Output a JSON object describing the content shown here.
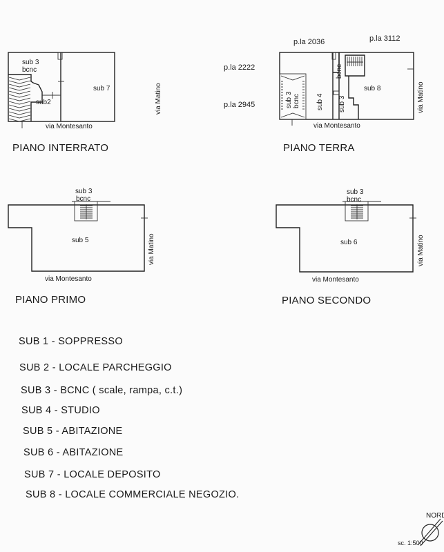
{
  "plans": {
    "interrato": {
      "title": "PIANO INTERRATO",
      "sub3": "sub 3",
      "bcnc": "bcnc",
      "sub2": "sub2",
      "sub7": "sub 7",
      "street_side": "via Matino",
      "street_bottom": "via Montesanto"
    },
    "terra": {
      "title": "PIANO TERRA",
      "pla_2036": "p.la 2036",
      "pla_3112": "p.la 3112",
      "pla_2222": "p.la 2222",
      "pla_2945": "p.la 2945",
      "sub3_left": "sub 3",
      "bcnc_left": "bcnc",
      "sub4": "sub 4",
      "bcnc_mid": "bcnc",
      "sub3_mid": "sub 3",
      "sub8": "sub 8",
      "street_side": "via Matino",
      "street_bottom": "via Montesanto"
    },
    "primo": {
      "title": "PIANO PRIMO",
      "sub3": "sub 3",
      "bcnc": "bcnc",
      "sub5": "sub 5",
      "street_side": "via Matino",
      "street_bottom": "via Montesanto"
    },
    "secondo": {
      "title": "PIANO SECONDO",
      "sub3": "sub 3",
      "bcnc": "bcnc",
      "sub6": "sub 6",
      "street_side": "via Matino",
      "street_bottom": "via Montesanto"
    }
  },
  "legend": [
    "SUB 1 - SOPPRESSO",
    "SUB 2 - LOCALE PARCHEGGIO",
    "SUB 3 - BCNC ( scale, rampa, c.t.)",
    "SUB 4 - STUDIO",
    "SUB 5 - ABITAZIONE",
    "SUB 6 - ABITAZIONE",
    "SUB 7 - LOCALE DEPOSITO",
    "SUB 8 - LOCALE COMMERCIALE NEGOZIO."
  ],
  "north": {
    "label": "NORD",
    "scale": "sc. 1:500",
    "icon": "north-arrow-icon"
  }
}
